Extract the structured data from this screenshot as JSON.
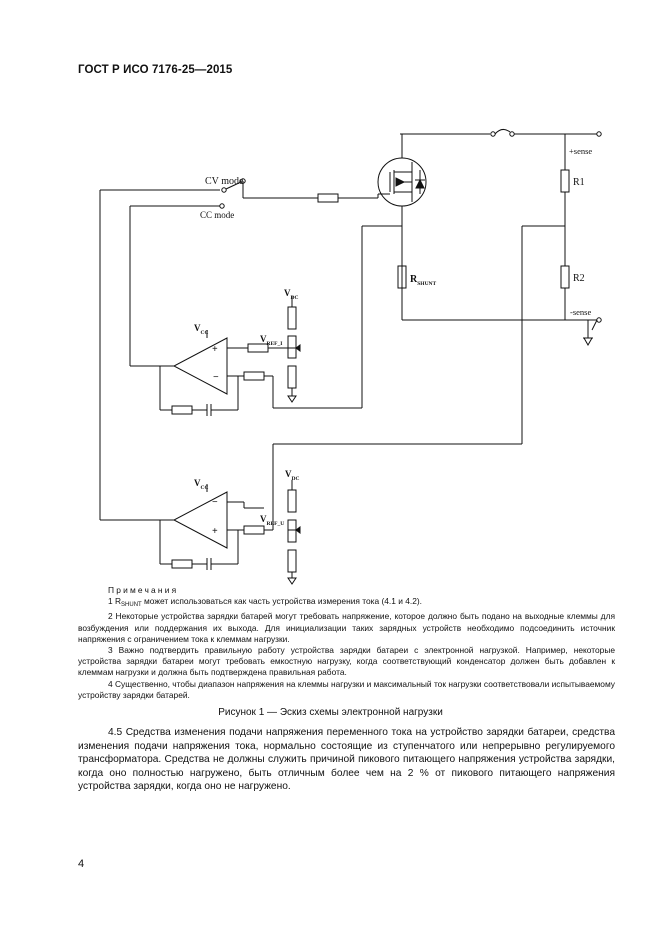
{
  "header": "ГОСТ Р ИСО 7176-25—2015",
  "labels": {
    "cv_mode": "CV mode",
    "cc_mode": "CC mode",
    "sense_plus": "+sense",
    "sense_minus": "-sense",
    "r1": "R1",
    "r2": "R2",
    "r_shunt": "R",
    "r_shunt_sub": "SHUNT",
    "v": "V",
    "vcc_sub": "DC",
    "vcc_op": "CC",
    "vref_i_sub": "REF_I",
    "vref_u_sub": "REF_U"
  },
  "notes": {
    "title": "Примечания",
    "n1_pre": "1 R",
    "n1_sub": "SHUNT",
    "n1_post": " может использоваться как часть устройства измерения тока (4.1 и 4.2).",
    "n2": "2 Некоторые устройства зарядки батарей могут требовать напряжение, которое должно быть подано на выходные клеммы для возбуждения или поддержания их выхода. Для инициализации таких зарядных устройств необходимо подсоединить источник напряжения с ограничением тока к клеммам нагрузки.",
    "n3": "3 Важно подтвердить правильную работу устройства зарядки батареи с электронной нагрузкой. Например, некоторые устройства зарядки батареи могут требовать емкостную нагрузку, когда соответствующий конденсатор должен быть добавлен к клеммам нагрузки и должна быть подтверждена правильная работа.",
    "n4": "4 Существенно, чтобы диапазон напряжения на клеммы нагрузки и максимальный ток нагрузки соответствовали испытываемому устройству зарядки батарей."
  },
  "caption": "Рисунок 1 — Эскиз схемы электронной нагрузки",
  "body": "4.5 Средства изменения подачи напряжения переменного тока на устройство зарядки батареи, средства изменения подачи напряжения тока, нормально состоящие из ступенчатого или непрерывно регулируемого трансформатора. Средства не должны служить причиной пикового питающего напряжения устройства зарядки, когда оно полностью нагружено, быть отличным более чем на 2 % от пикового питающего напряжения устройства зарядки, когда оно не нагружено.",
  "page_number": "4"
}
